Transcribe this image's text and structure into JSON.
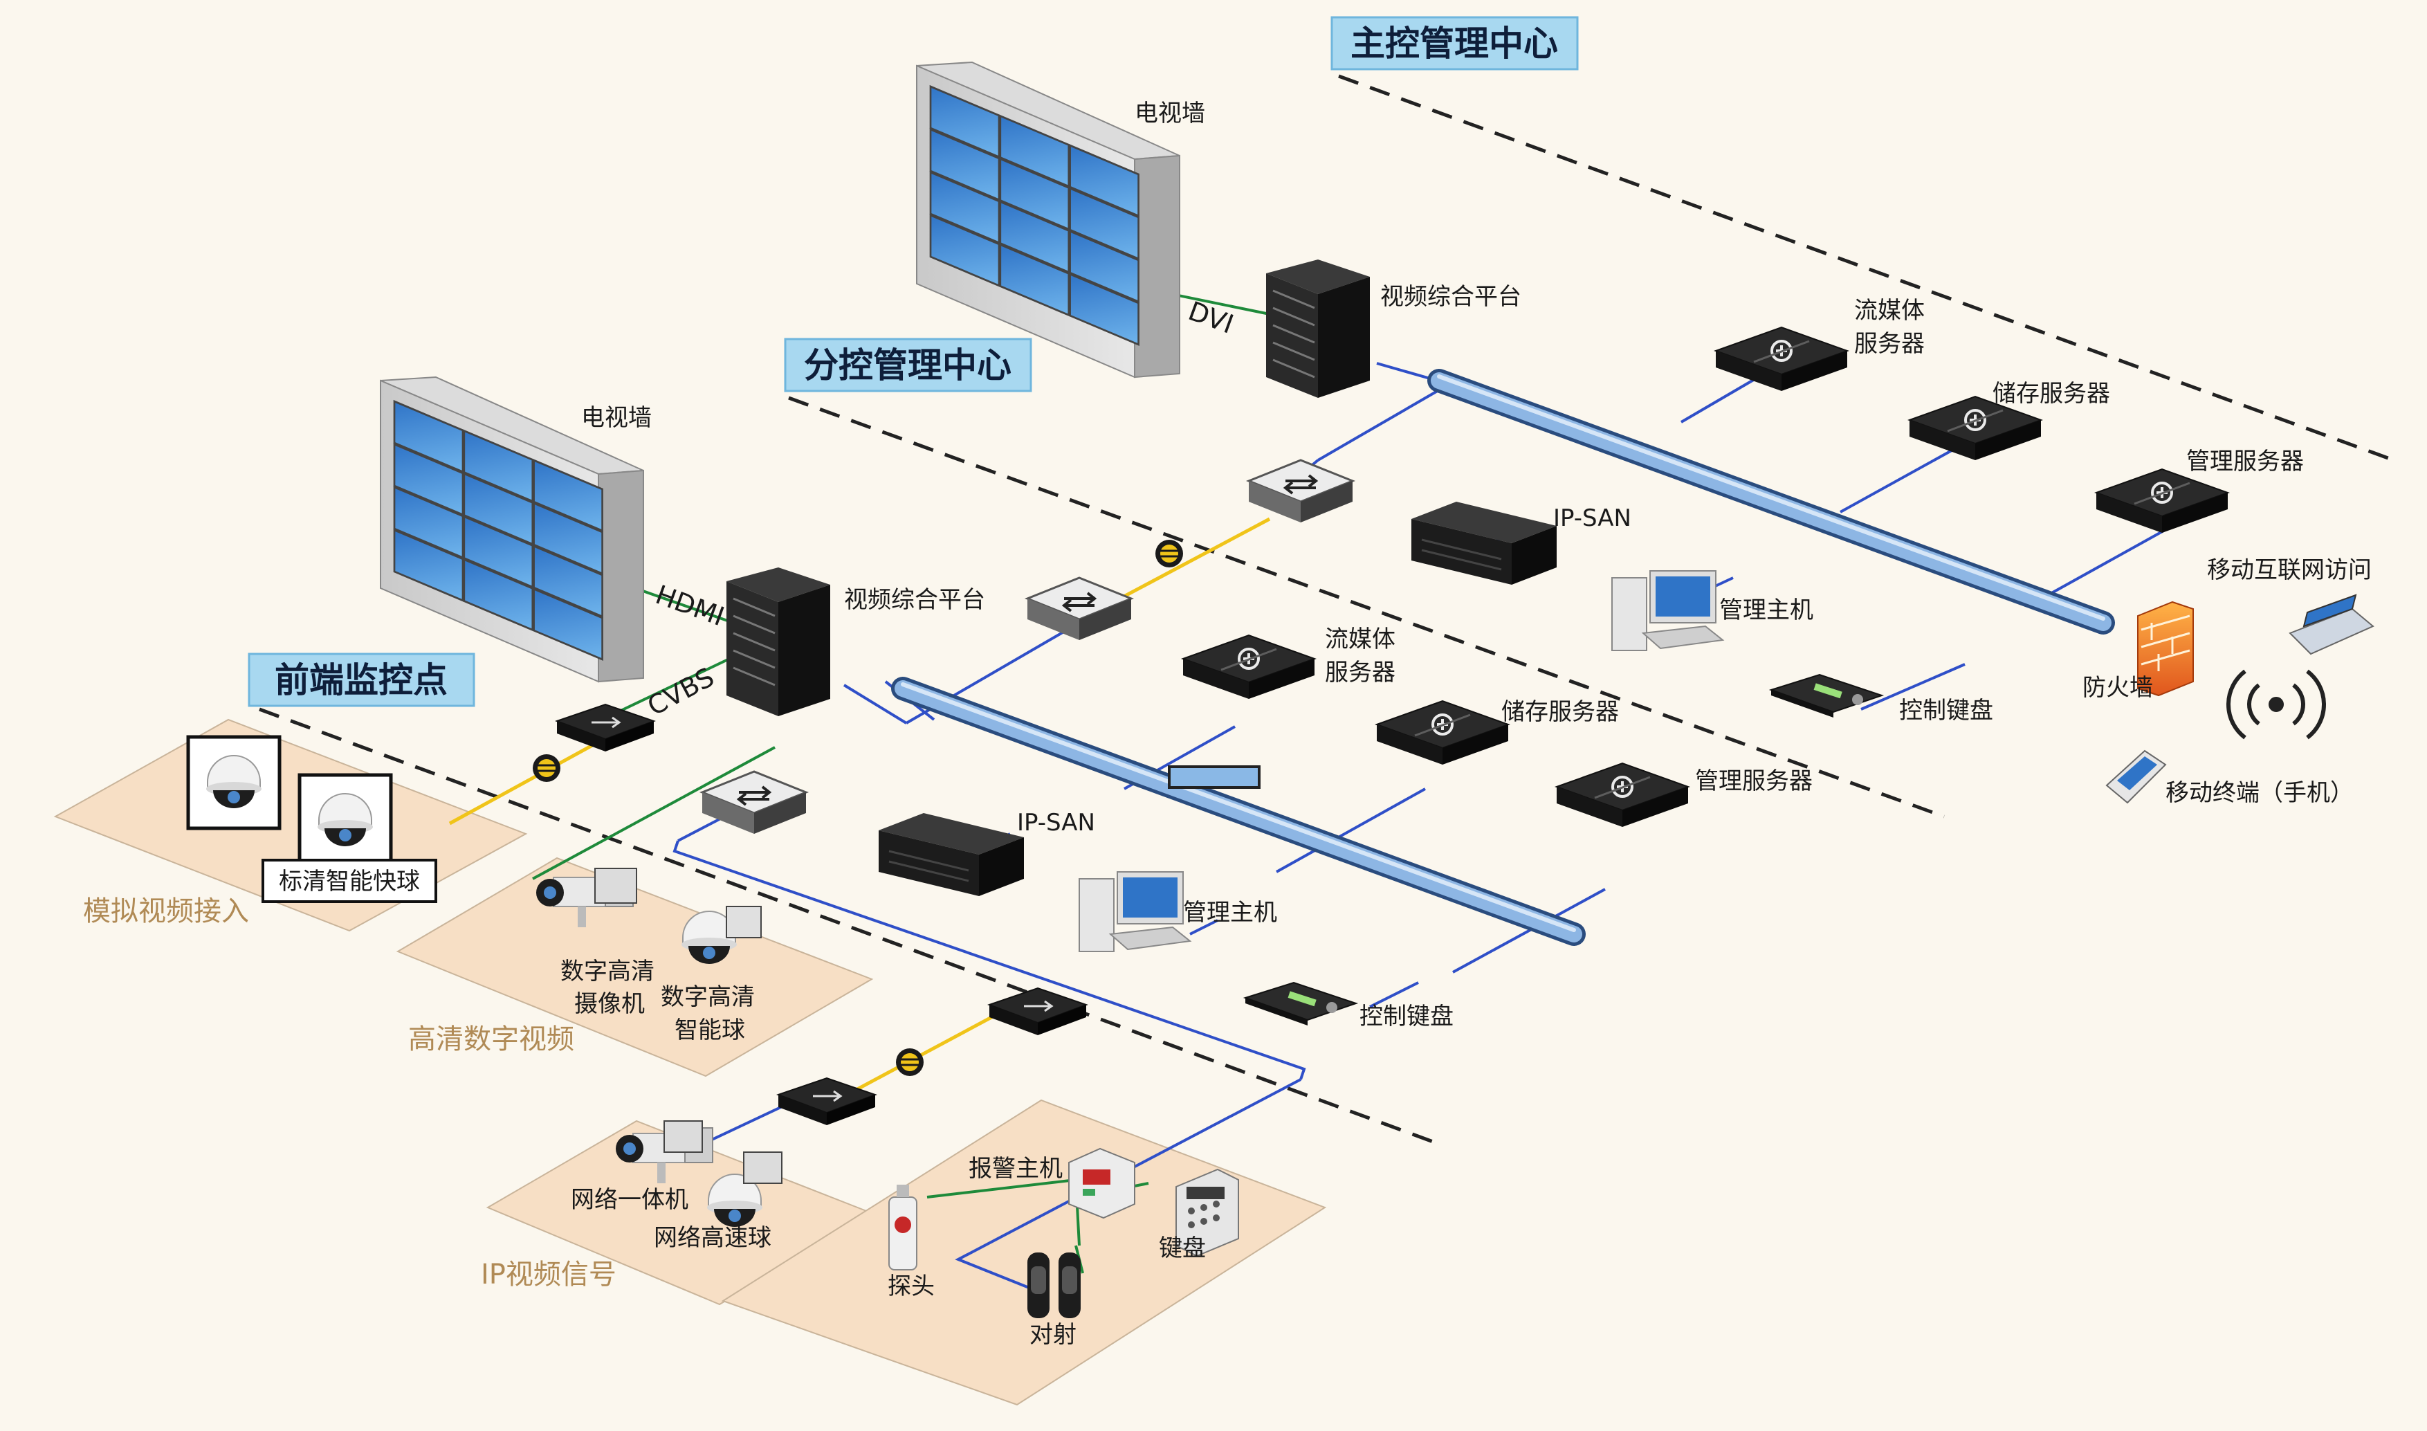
{
  "sections": {
    "main_center": "主控管理中心",
    "sub_center": "分控管理中心",
    "front": "前端监控点"
  },
  "main": {
    "tv_wall": "电视墙",
    "dvi": "DVI",
    "platform": "视频综合平台",
    "stream_1": "流媒体",
    "stream_2": "服务器",
    "storage": "储存服务器",
    "mgmt_server": "管理服务器",
    "ipsan": "IP-SAN",
    "host": "管理主机",
    "keyboard": "控制键盘",
    "firewall": "防火墙",
    "mobile_internet": "移动互联网访问",
    "mobile_terminal": "移动终端（手机）"
  },
  "sub": {
    "tv_wall": "电视墙",
    "hdmi": "HDMI",
    "cvbs": "CVBS",
    "platform": "视频综合平台",
    "stream_1": "流媒体",
    "stream_2": "服务器",
    "storage": "储存服务器",
    "mgmt_server": "管理服务器",
    "ipsan": "IP-SAN",
    "host": "管理主机",
    "keyboard": "控制键盘"
  },
  "front": {
    "sd_dome": "标清智能快球",
    "analog_zone": "模拟视频接入",
    "hd_cam_1": "数字高清",
    "hd_cam_2": "摄像机",
    "hd_dome_1": "数字高清",
    "hd_dome_2": "智能球",
    "hd_zone": "高清数字视频",
    "net_cam": "网络一体机",
    "net_dome": "网络高速球",
    "ip_zone": "IP视频信号",
    "alarm_host": "报警主机",
    "probe": "探头",
    "keypad": "键盘",
    "beam": "对射"
  },
  "colors": {
    "network": "#2f4fc8",
    "fiber": "#f0c419",
    "video": "#1e8a3a",
    "backbone": "#7da6d8",
    "section_bg": "#a8d8f0"
  }
}
